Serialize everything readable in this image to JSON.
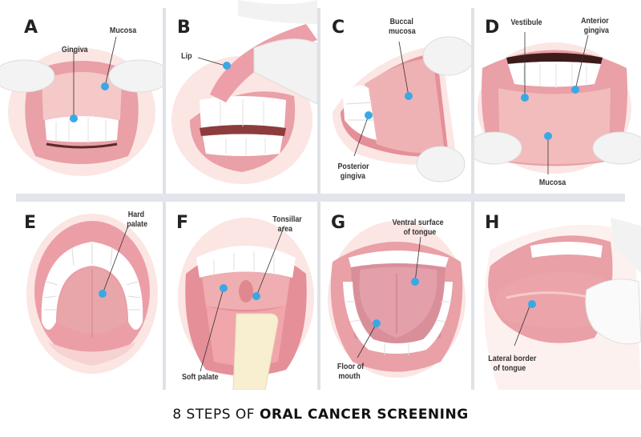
{
  "title": {
    "prefix": "8 STEPS OF ",
    "emphasis": "ORAL CANCER SCREENING"
  },
  "colors": {
    "marker": "#3aa8e6",
    "divider": "#dfe2e7",
    "lip": "#e79aa2",
    "mucosa": "#f2b8bb",
    "teeth": "#ffffff",
    "text": "#222222"
  },
  "panels": [
    {
      "letter": "A",
      "labels": [
        "Gingiva",
        "Mucosa"
      ]
    },
    {
      "letter": "B",
      "labels": [
        "Lip"
      ]
    },
    {
      "letter": "C",
      "labels": [
        "Buccal mucosa",
        "Posterior gingiva"
      ]
    },
    {
      "letter": "D",
      "labels": [
        "Vestibule",
        "Anterior gingiva",
        "Mucosa"
      ]
    },
    {
      "letter": "E",
      "labels": [
        "Hard palate"
      ]
    },
    {
      "letter": "F",
      "labels": [
        "Tonsillar area",
        "Soft palate"
      ]
    },
    {
      "letter": "G",
      "labels": [
        "Ventral surface of tongue",
        "Floor of mouth"
      ]
    },
    {
      "letter": "H",
      "labels": [
        "Lateral border of tongue"
      ]
    }
  ],
  "label_lines": {
    "A": {
      "gingiva": "Gingiva",
      "mucosa": "Mucosa"
    },
    "B": {
      "lip": "Lip"
    },
    "C": {
      "buccal_1": "Buccal",
      "buccal_2": "mucosa",
      "post_1": "Posterior",
      "post_2": "gingiva"
    },
    "D": {
      "vestibule": "Vestibule",
      "ant_1": "Anterior",
      "ant_2": "gingiva",
      "mucosa": "Mucosa"
    },
    "E": {
      "hard_1": "Hard",
      "hard_2": "palate"
    },
    "F": {
      "tons_1": "Tonsillar",
      "tons_2": "area",
      "soft": "Soft palate"
    },
    "G": {
      "ventral_1": "Ventral surface",
      "ventral_2": "of tongue",
      "floor_1": "Floor of",
      "floor_2": "mouth"
    },
    "H": {
      "lateral_1": "Lateral border",
      "lateral_2": "of tongue"
    }
  }
}
